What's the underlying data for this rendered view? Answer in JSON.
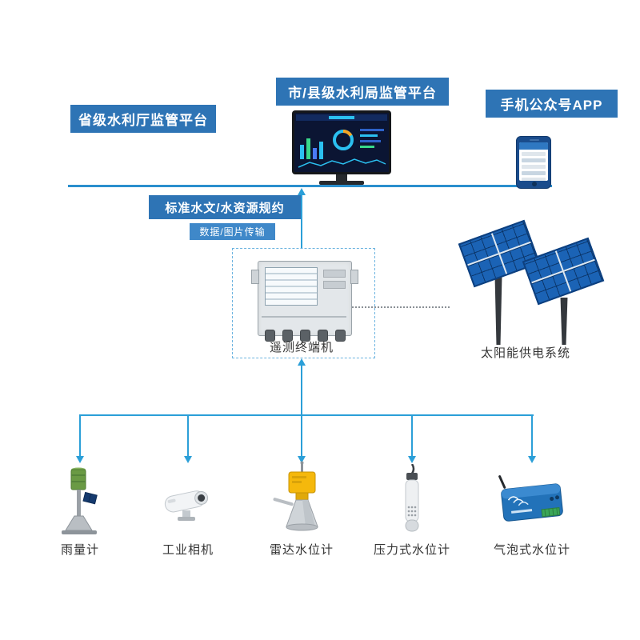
{
  "platforms": {
    "provincial": {
      "label": "省级水利厅监管平台"
    },
    "city_county": {
      "label": "市/县级水利局监管平台"
    },
    "mobile_app": {
      "label": "手机公众号APP"
    }
  },
  "protocol": {
    "label": "标准水文/水资源规约"
  },
  "transmission": {
    "label": "数据/图片传输"
  },
  "terminal": {
    "label": "遥测终端机"
  },
  "solar": {
    "label": "太阳能供电系统"
  },
  "sensors": [
    {
      "id": "rain-gauge",
      "label": "雨量计"
    },
    {
      "id": "industrial-camera",
      "label": "工业相机"
    },
    {
      "id": "radar-level-gauge",
      "label": "雷达水位计"
    },
    {
      "id": "pressure-level-gauge",
      "label": "压力式水位计"
    },
    {
      "id": "bubble-level-gauge",
      "label": "气泡式水位计"
    }
  ],
  "colors": {
    "platform_box": "#2e74b5",
    "transmission_box": "#3f88c9",
    "connector_line": "#2b9fd8",
    "bus_line": "#2b8fce",
    "dashed_border": "#6db4e0",
    "label_text": "#333333",
    "solar_panel": "#1b63b5",
    "radar_body": "#f5b80c",
    "dashboard_bg": "#0b1533",
    "dashboard_accent": "#2bc0f0"
  }
}
